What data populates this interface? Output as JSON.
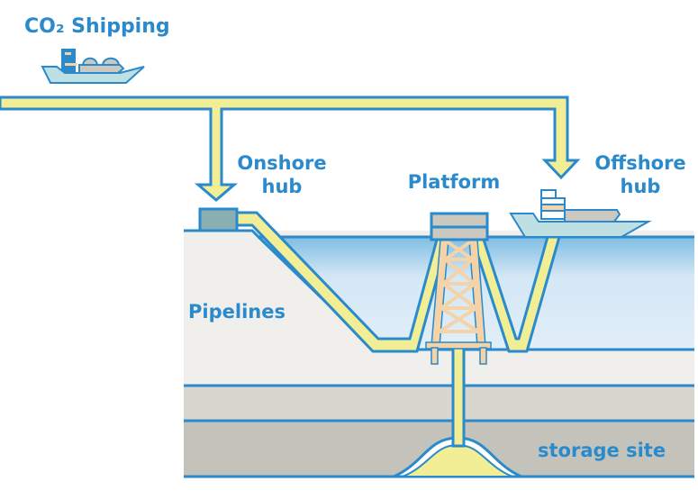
{
  "labels": {
    "co2_shipping": "CO₂ Shipping",
    "onshore_hub_line1": "Onshore",
    "onshore_hub_line2": "hub",
    "platform": "Platform",
    "offshore_hub_line1": "Offshore",
    "offshore_hub_line2": "hub",
    "pipelines": "Pipelines",
    "storage_site": "storage site"
  },
  "colors": {
    "outline": "#2a8acb",
    "co2_flow": "#f1ee96",
    "sea_top": "#7fbde3",
    "sea_bottom": "#e1eef8",
    "ground_upper": "#f0efeb",
    "ground_middle": "#d9d6cf",
    "ground_lower": "#c4c3bb",
    "platform_tower": "#f5d3a8",
    "ship_hull": "#bfe0e2",
    "cargo": "#cbc8c0",
    "onshore_hub_box": "#8aafb3"
  }
}
